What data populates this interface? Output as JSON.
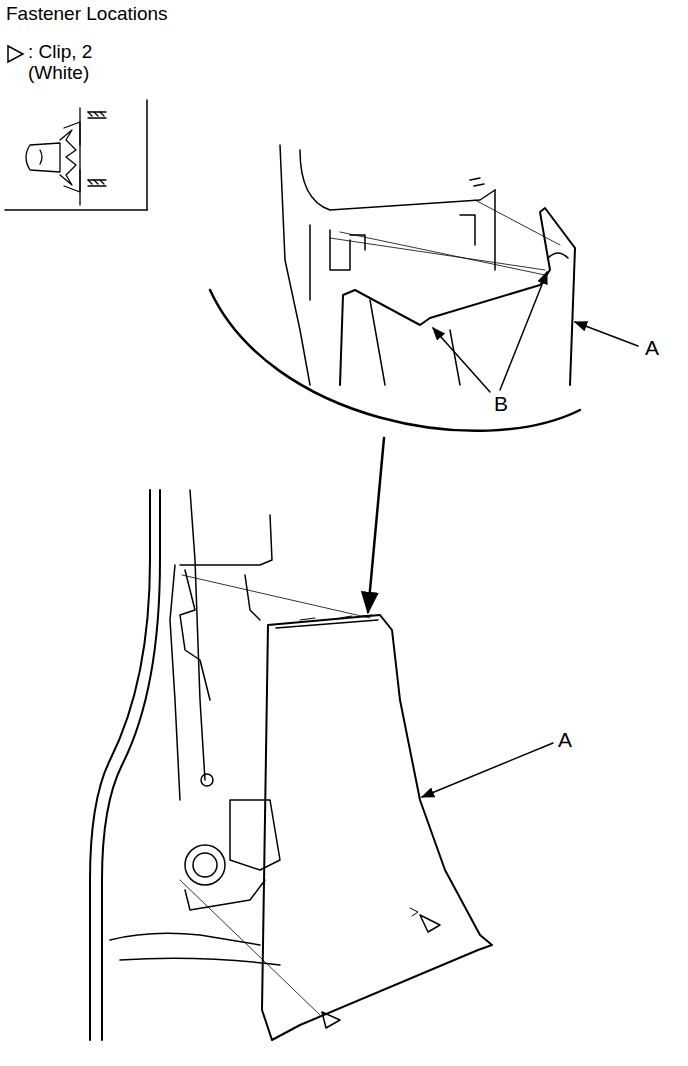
{
  "diagram": {
    "title": "Fastener Locations",
    "labels": [
      "A",
      "B",
      "A"
    ],
    "legend": [
      {
        "text": ": Clip, 2 (White)"
      }
    ]
  }
}
